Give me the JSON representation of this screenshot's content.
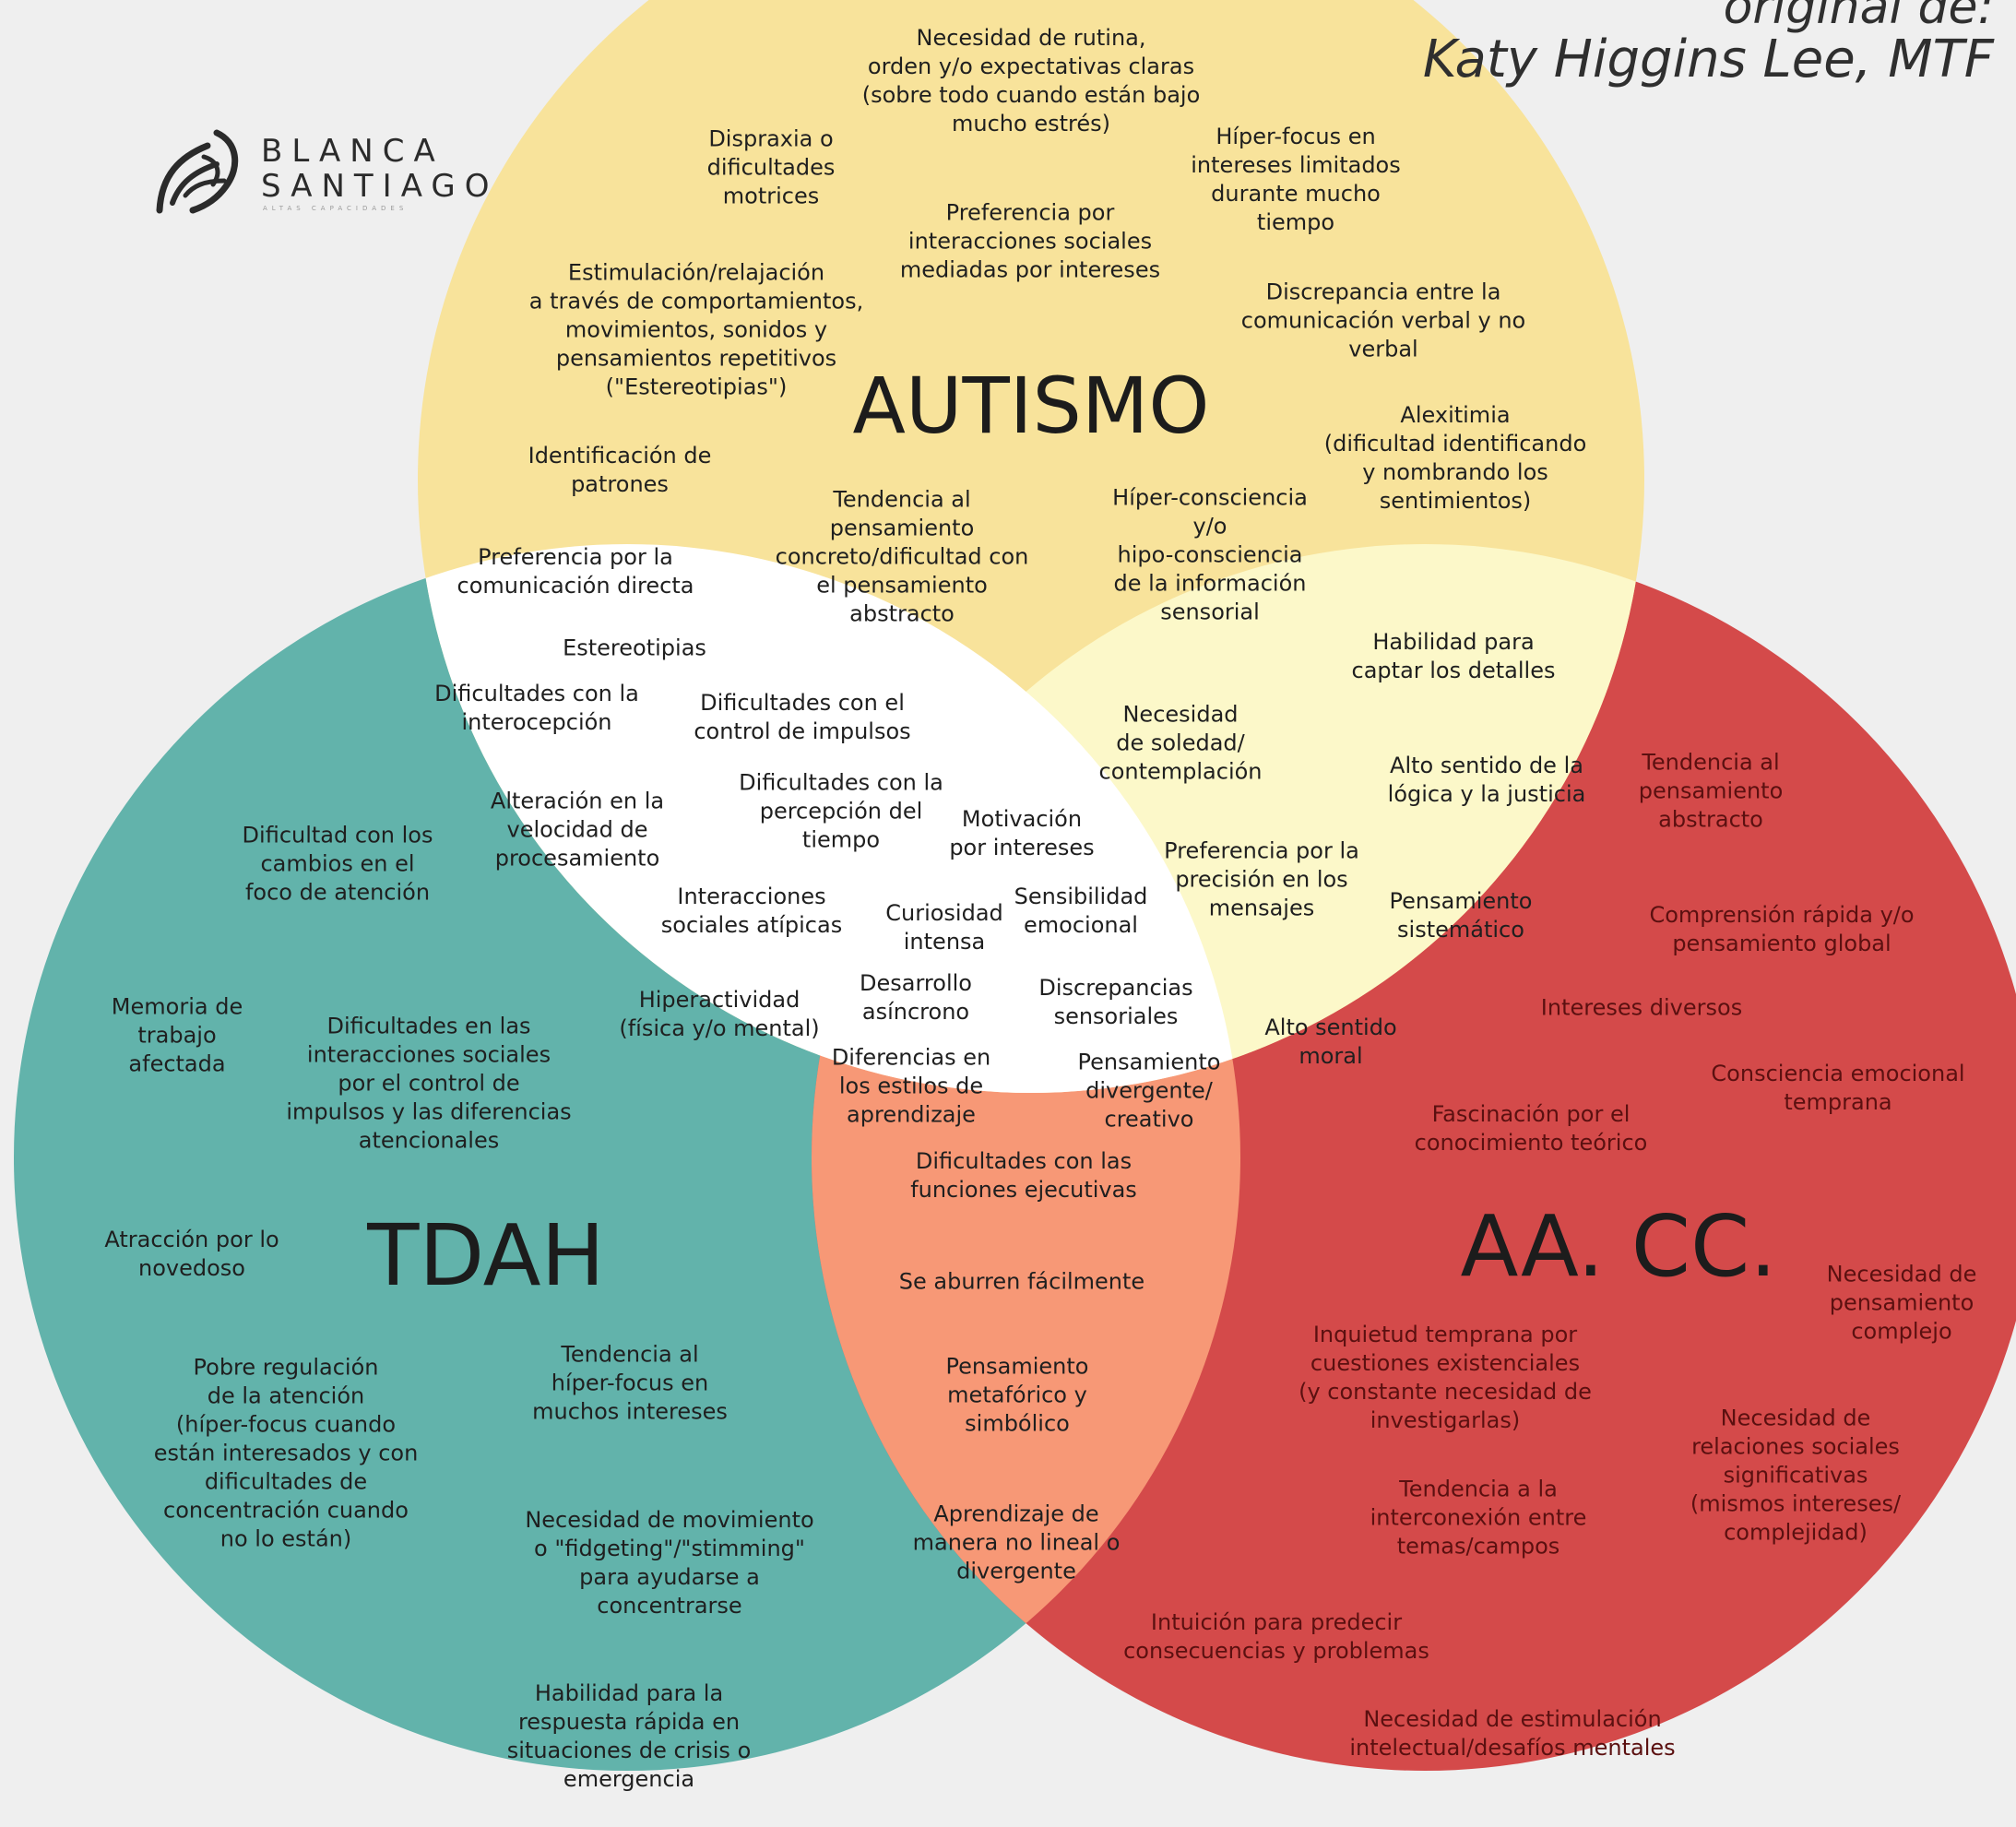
{
  "credit": {
    "line1": "original de:",
    "line2": "Katy Higgins Lee, MTF"
  },
  "logo": {
    "line1": "BLANCA",
    "line2": "SANTIAGO",
    "tagline": "ALTAS CAPACIDADES"
  },
  "colors": {
    "background": "#efefef",
    "autismo": "#f8e39b",
    "tdah": "#62b3ab",
    "aacc": "#d44a4a",
    "autismo_aacc": "#fcf8c9",
    "tdah_aacc": "#f79876",
    "center": "#ffffff"
  },
  "titles": {
    "autismo": "AUTISMO",
    "tdah": "TDAH",
    "aacc": "AA. CC."
  },
  "labels": {
    "autismo": [
      "Necesidad de rutina,\norden y/o expectativas claras\n(sobre todo cuando están bajo\nmucho estrés)",
      "Dispraxia o\ndificultades\nmotrices",
      "Híper-focus en\nintereses limitados\ndurante mucho\ntiempo",
      "Preferencia por\ninteracciones sociales\nmediadas por intereses",
      "Estimulación/relajación\na través de comportamientos,\nmovimientos, sonidos y\npensamientos repetitivos\n(\"Estereotipias\")",
      "Discrepancia entre la\ncomunicación verbal y no\nverbal",
      "Alexitimia\n(dificultad identificando\ny nombrando los\nsentimientos)",
      "Identificación de\npatrones",
      "Tendencia al\npensamiento\nconcreto/dificultad con\nel pensamiento\nabstracto",
      "Híper-consciencia\ny/o\nhipo-consciencia\nde la información\nsensorial",
      "Preferencia por la\ncomunicación directa"
    ],
    "autismo_tdah": [
      "Estereotipias",
      "Dificultades con la\ninterocepción",
      "Dificultades con el\ncontrol de impulsos",
      "Alteración en la\nvelocidad de\nprocesamiento",
      "Dificultades con la\npercepción del\ntiempo",
      "Interacciones\nsociales atípicas",
      "Hiperactividad\n(física y/o mental)",
      "Desarrollo\nasíncrono",
      "Diferencias en\nlos estilos de\naprendizaje"
    ],
    "center": [
      "Motivación\npor intereses",
      "Curiosidad\nintensa",
      "Sensibilidad\nemocional",
      "Discrepancias\nsensoriales",
      "Pensamiento\ndivergente/\ncreativo",
      "Dificultades con las\nfunciones ejecutivas"
    ],
    "autismo_aacc": [
      "Habilidad para\ncaptar los detalles",
      "Necesidad\nde soledad/\ncontemplación",
      "Alto sentido de la\nlógica y la justicia",
      "Preferencia por la\nprecisión en los\nmensajes",
      "Pensamiento\nsistemático",
      "Alto sentido\nmoral"
    ],
    "tdah": [
      "Dificultad con los\ncambios en el\nfoco de atención",
      "Memoria de\ntrabajo\nafectada",
      "Dificultades en las\ninteracciones sociales\npor el control de\nimpulsos y las diferencias\natencionales",
      "Atracción por lo\nnovedoso",
      "Pobre regulación\nde la atención\n(híper-focus cuando\nestán interesados y con\ndificultades de\nconcentración cuando\nno lo están)",
      "Tendencia al\nhíper-focus en\nmuchos intereses",
      "Necesidad de movimiento\no \"fidgeting\"/\"stimming\"\npara ayudarse a\nconcentrarse",
      "Habilidad para la\nrespuesta rápida en\nsituaciones de crisis o\nemergencia"
    ],
    "tdah_aacc": [
      "Se aburren fácilmente",
      "Pensamiento\nmetafórico y\nsimbólico",
      "Aprendizaje de\nmanera no lineal o\ndivergente"
    ],
    "aacc": [
      "Tendencia al\npensamiento\nabstracto",
      "Comprensión rápida y/o\npensamiento global",
      "Intereses diversos",
      "Consciencia emocional\ntemprana",
      "Fascinación por el\nconocimiento teórico",
      "Necesidad de\npensamiento\ncomplejo",
      "Inquietud temprana por\ncuestiones existenciales\n(y constante necesidad de\ninvestigarlas)",
      "Necesidad de\nrelaciones sociales\nsignificativas\n(mismos intereses/\ncomplejidad)",
      "Tendencia a la\ninterconexión entre\ntemas/campos",
      "Intuición para predecir\nconsecuencias y problemas",
      "Necesidad de estimulación\nintelectual/desafíos mentales"
    ]
  }
}
